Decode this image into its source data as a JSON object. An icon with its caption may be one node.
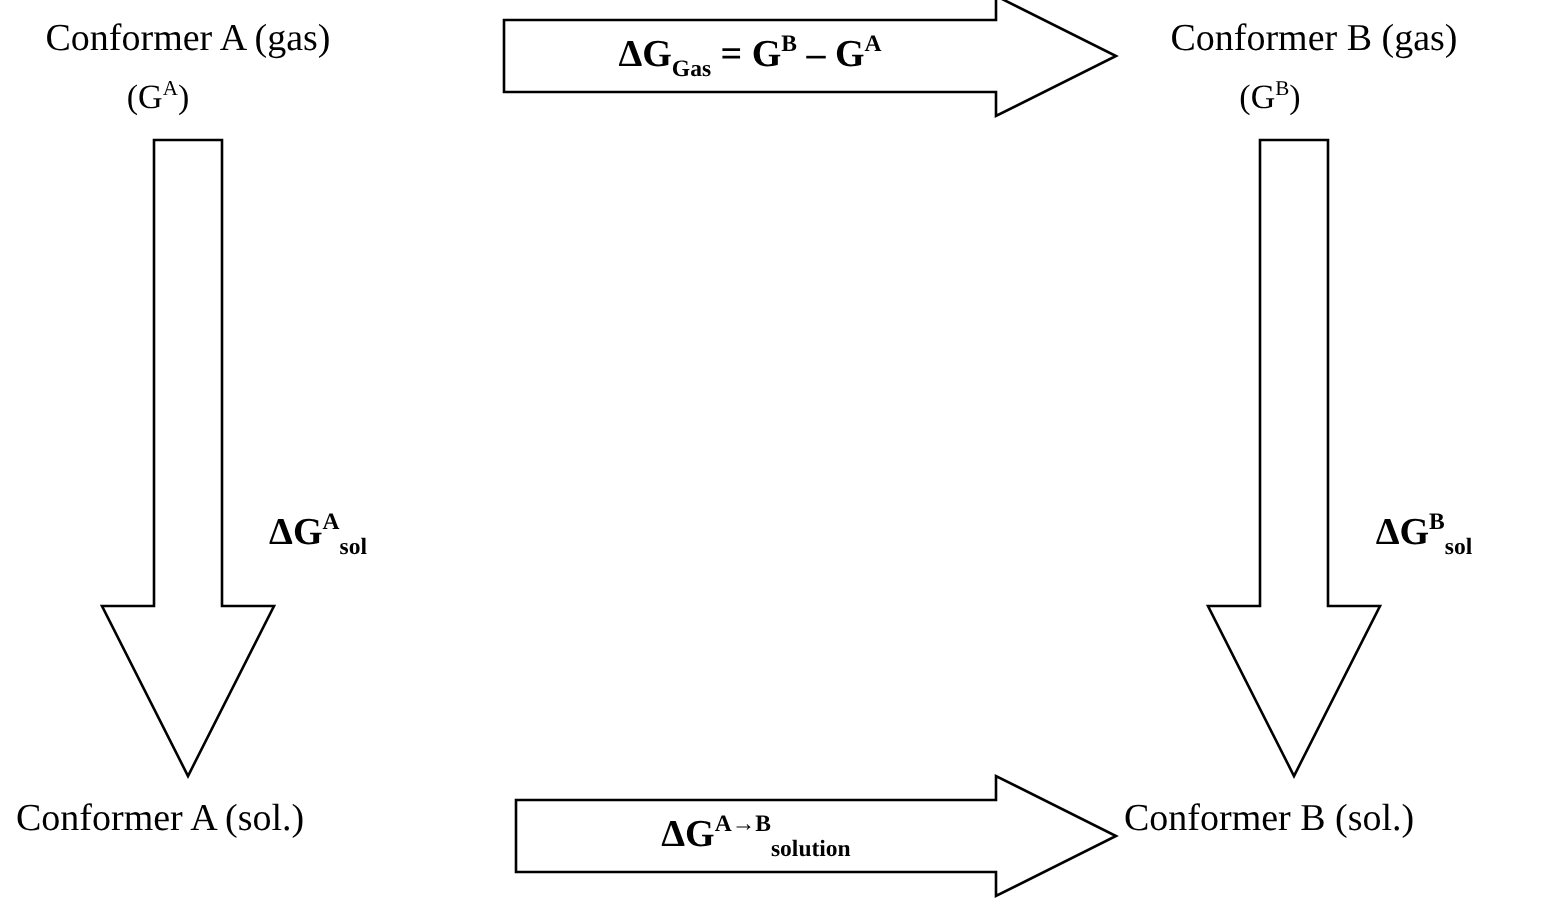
{
  "diagram": {
    "nodes": [
      {
        "text": [
          "Conformer A (gas)"
        ],
        "beside": [
          "(G$^{A}$)"
        ]
      },
      {
        "text": [
          "Conformer B (gas)"
        ],
        "beside": [
          "(G$^{B}$)"
        ]
      },
      {
        "text": [
          "Conformer A (sol.)"
        ]
      },
      {
        "text": [
          "Conformer B (sol.)"
        ]
      }
    ],
    "edges": [
      {
        "from": 0,
        "to": 1,
        "arrow": "to",
        "style": "thick",
        "label": "ΔG$_{Gas}$ = G$^{B}$ – G$^{A}$"
      },
      {
        "from": 0,
        "to": 2,
        "arrow": "to",
        "style": "thick",
        "label": "ΔG$^{A}$$_{sol}$"
      },
      {
        "from": 1,
        "to": 3,
        "arrow": "to",
        "style": "thick",
        "label": "ΔG$^{B}$$_{sol}$"
      },
      {
        "from": 2,
        "to": 3,
        "arrow": "to",
        "style": "thick",
        "label": "ΔG$^{A→B}$$_{solution}$"
      }
    ]
  }
}
